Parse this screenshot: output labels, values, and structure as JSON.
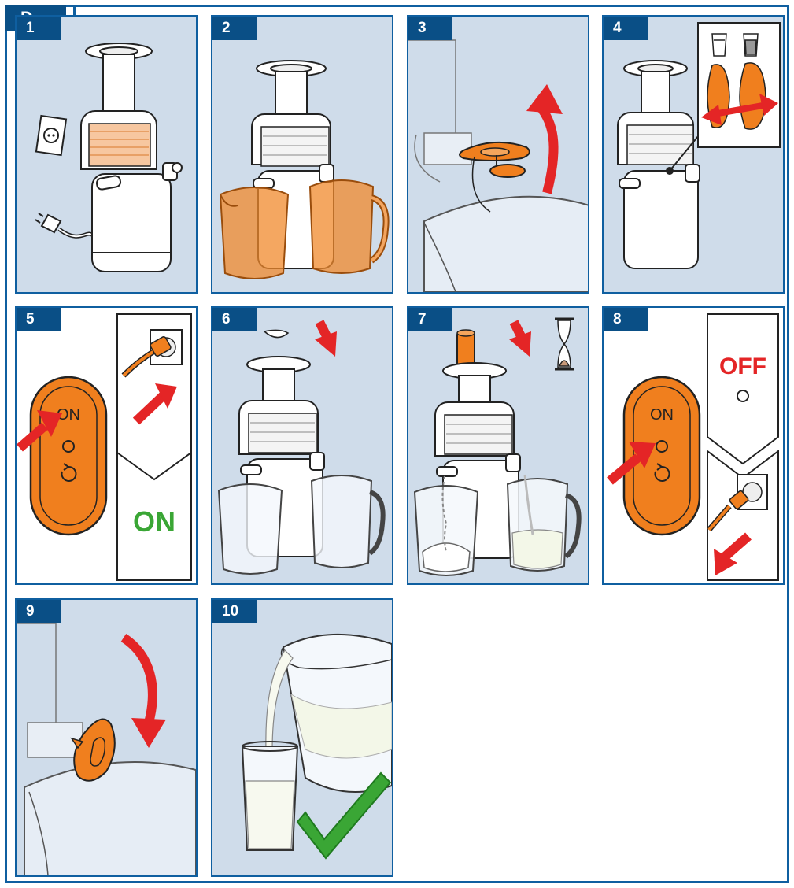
{
  "section": {
    "label": "D"
  },
  "steps": [
    {
      "number": "1"
    },
    {
      "number": "2"
    },
    {
      "number": "3"
    },
    {
      "number": "4"
    },
    {
      "number": "5",
      "switch_on": "ON",
      "status_on": "ON"
    },
    {
      "number": "6"
    },
    {
      "number": "7"
    },
    {
      "number": "8",
      "switch_on": "ON",
      "status_off": "OFF"
    },
    {
      "number": "9"
    },
    {
      "number": "10"
    }
  ],
  "colors": {
    "frame": "#0f5fa0",
    "badge": "#0a4f86",
    "panel_bg": "#cfdcea",
    "orange": "#f07f1e",
    "red_arrow": "#e42526",
    "green": "#3aa635"
  }
}
